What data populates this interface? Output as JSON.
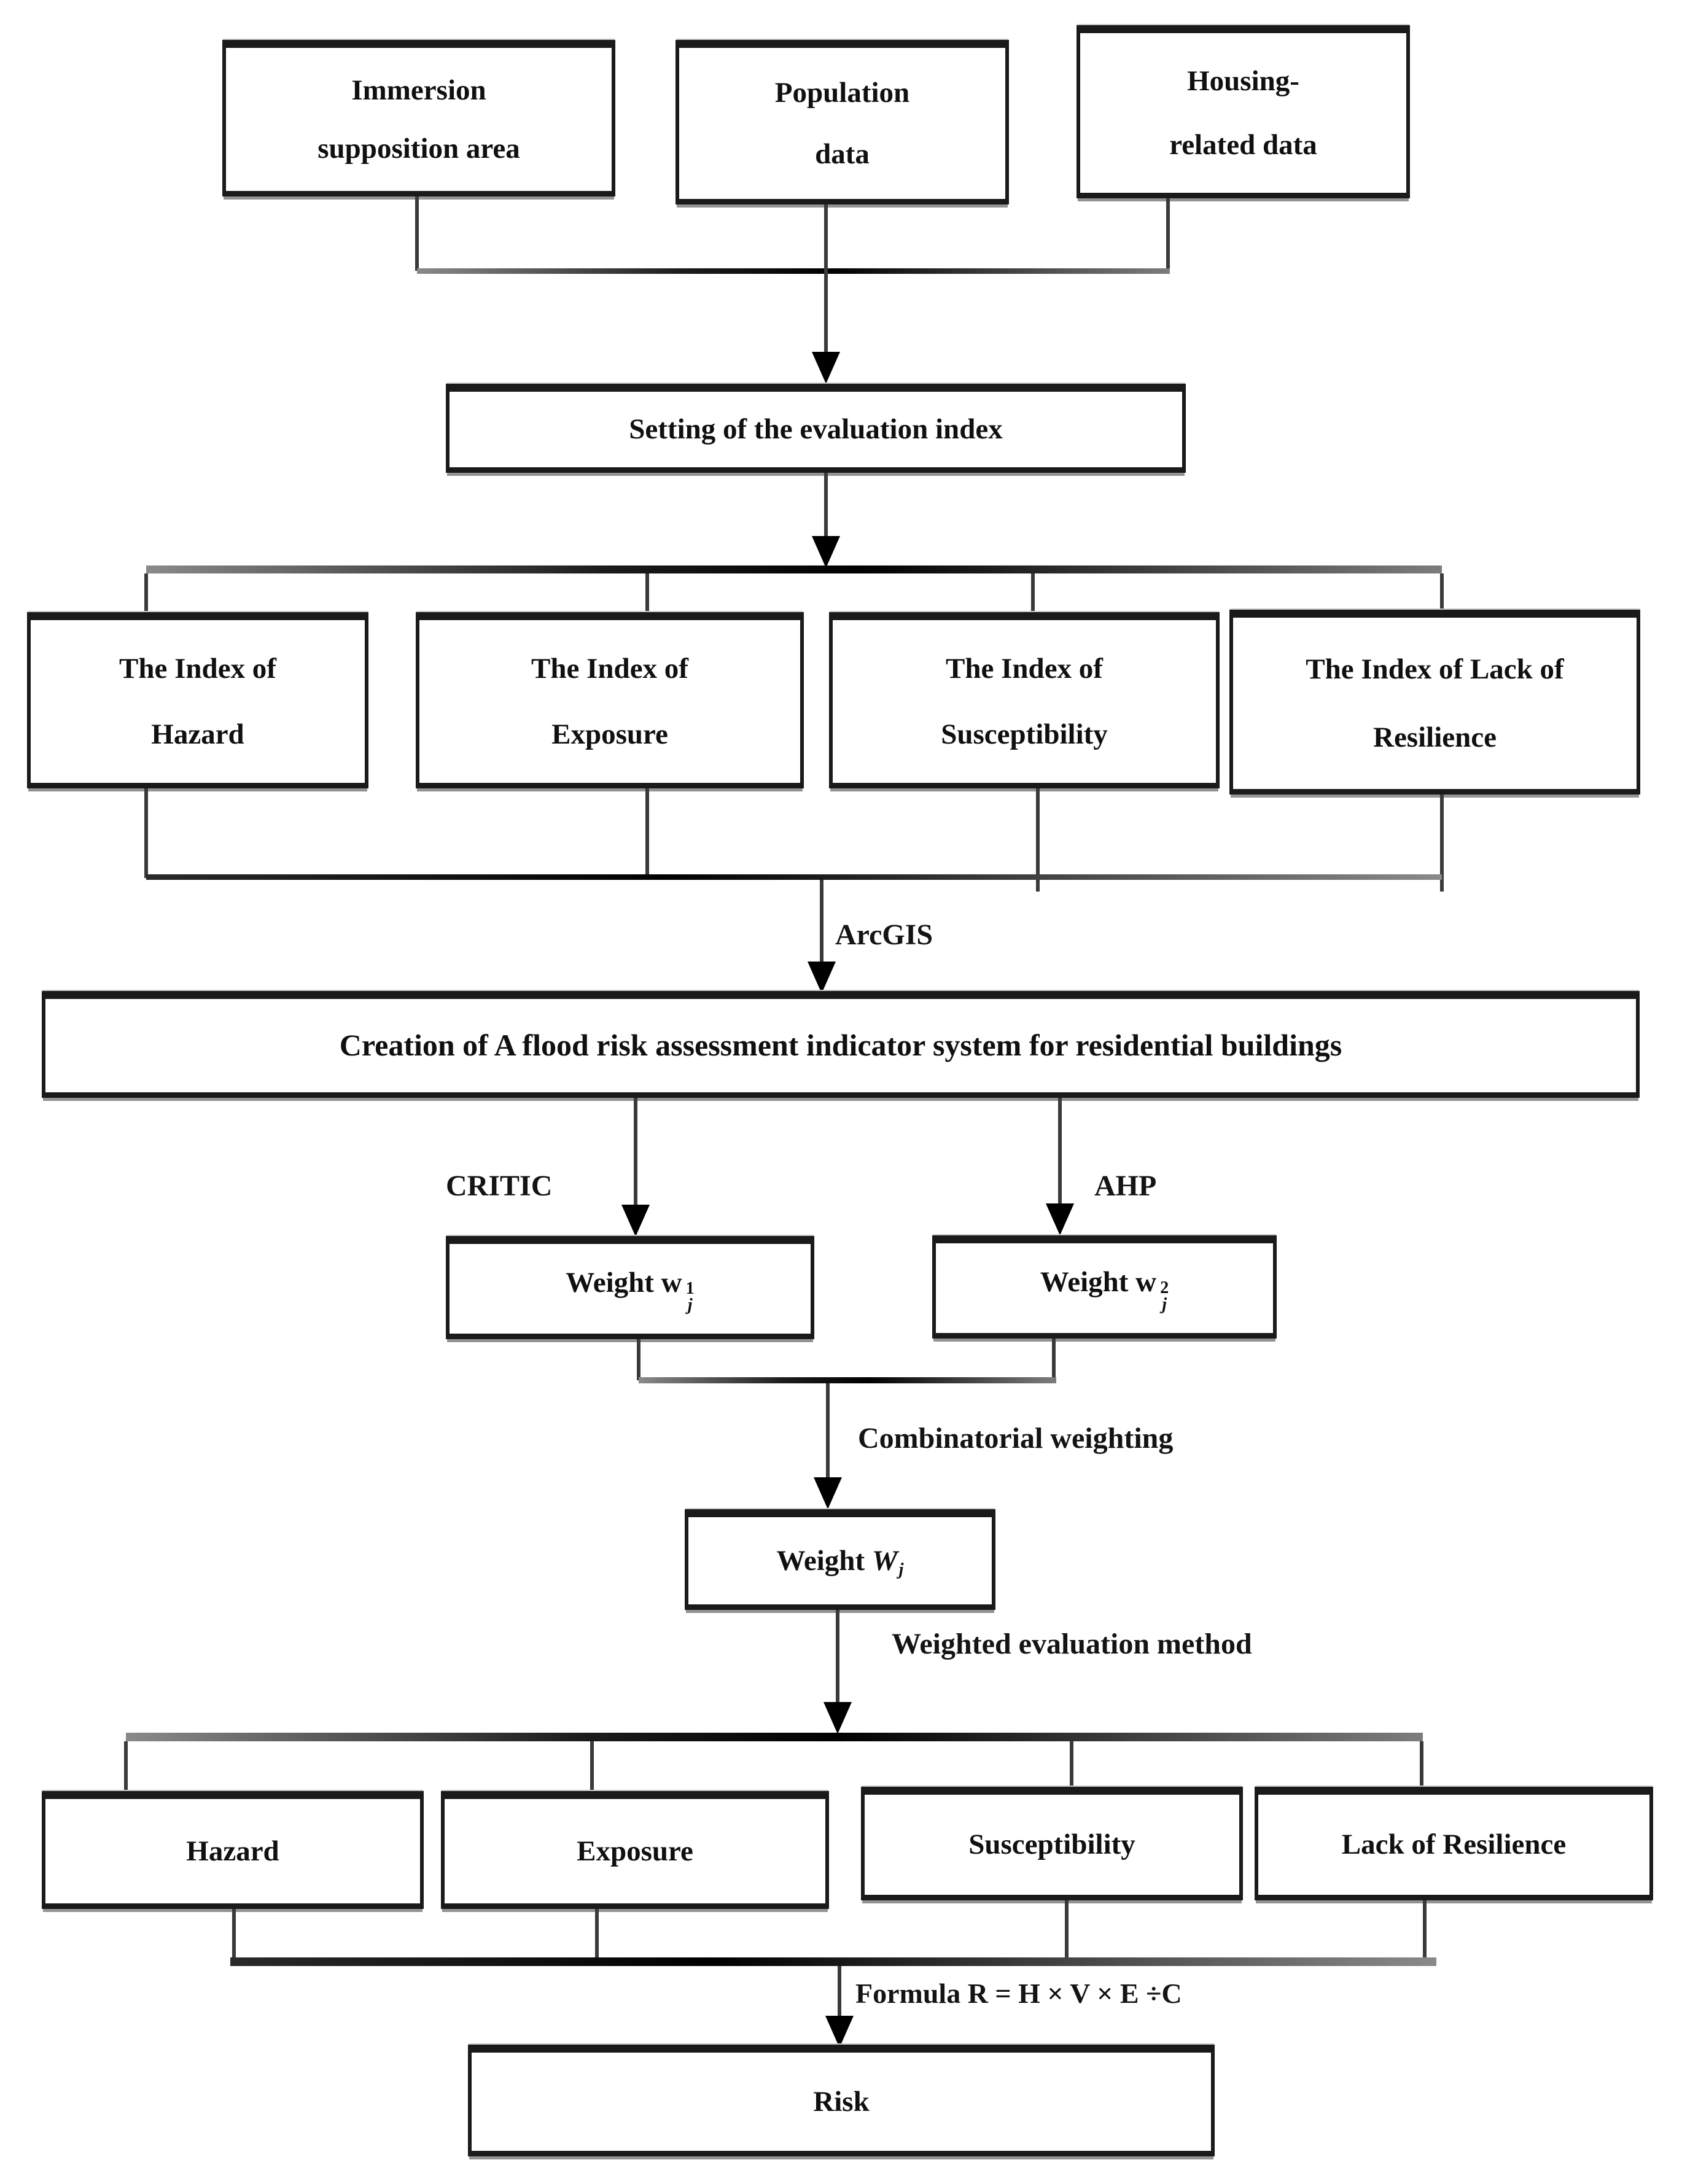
{
  "colors": {
    "background": "#ffffff",
    "box_border": "#1a1a1a",
    "line": "#3a3a3a",
    "text": "#101010"
  },
  "diagram": {
    "top_boxes": [
      {
        "lines": [
          "Immersion",
          "supposition area"
        ]
      },
      {
        "lines": [
          "Population",
          "data"
        ]
      },
      {
        "lines": [
          "Housing-",
          "related data"
        ]
      }
    ],
    "setting_box": "Setting of the evaluation index",
    "index_boxes": [
      {
        "lines": [
          "The Index of",
          "Hazard"
        ]
      },
      {
        "lines": [
          "The Index of",
          "Exposure"
        ]
      },
      {
        "lines": [
          "The Index of",
          "Susceptibility"
        ]
      },
      {
        "lines": [
          "The Index of Lack of",
          "Resilience"
        ]
      }
    ],
    "arcgis_label": "ArcGIS",
    "creation_box": "Creation of A flood risk assessment indicator system for residential buildings",
    "critic_label": "CRITIC",
    "ahp_label": "AHP",
    "weight_critic": {
      "prefix": "Weight w",
      "sup": "1",
      "sub": "j"
    },
    "weight_ahp": {
      "prefix": "Weight  w",
      "sup": "2",
      "sub": "j"
    },
    "combinatorial_label": "Combinatorial weighting",
    "weight_combined": {
      "prefix": "Weight ",
      "var": "W",
      "sub": "j"
    },
    "weighted_eval_label": "Weighted evaluation method",
    "result_boxes": [
      "Hazard",
      "Exposure",
      "Susceptibility",
      "Lack of Resilience"
    ],
    "formula_label": "Formula R = H × V × E ÷C",
    "risk_box": "Risk"
  }
}
